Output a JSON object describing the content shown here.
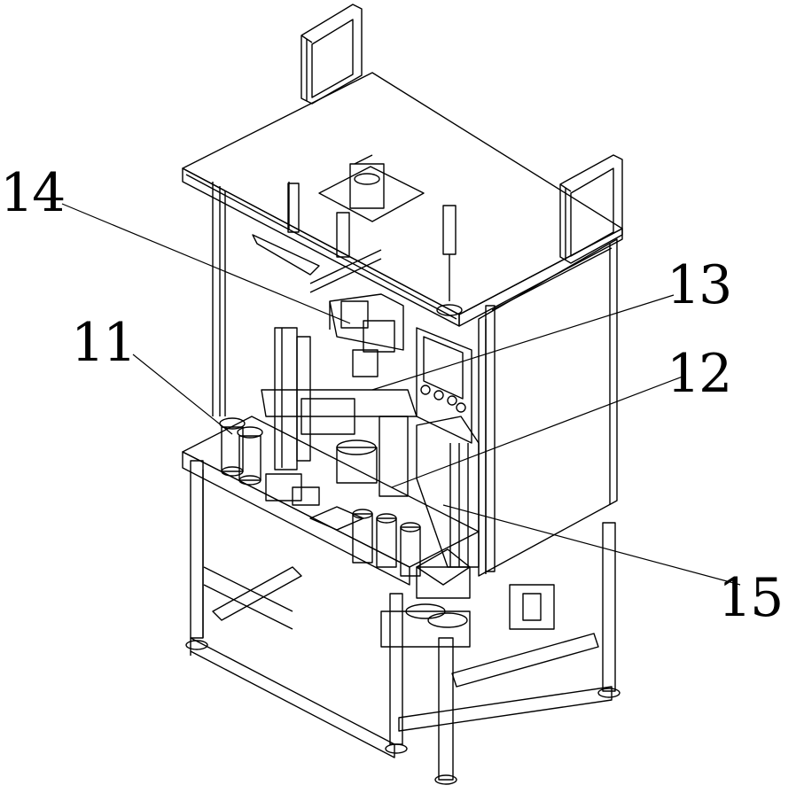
{
  "figure": {
    "callouts": [
      {
        "id": "c14",
        "label": "14"
      },
      {
        "id": "c13",
        "label": "13"
      },
      {
        "id": "c11",
        "label": "11"
      },
      {
        "id": "c12",
        "label": "12"
      },
      {
        "id": "c15",
        "label": "15"
      }
    ]
  }
}
